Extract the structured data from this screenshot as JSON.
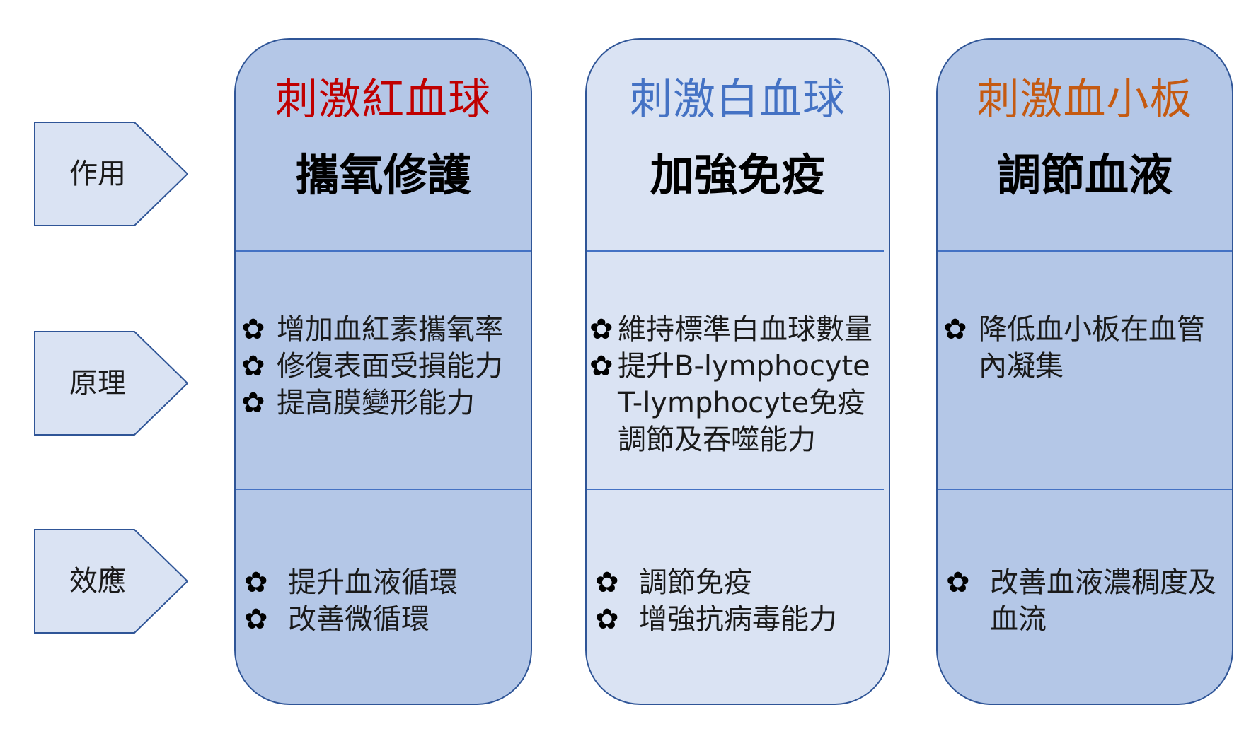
{
  "row_labels": [
    "作用",
    "原理",
    "效應"
  ],
  "columns": [
    {
      "title": "刺激紅血球",
      "function": "攜氧修護",
      "mechanisms": [
        "增加血紅素攜氧率",
        "修復表面受損能力",
        "提高膜變形能力"
      ],
      "effects": [
        "提升血液循環",
        "改善微循環"
      ]
    },
    {
      "title": "刺激白血球",
      "function": "加強免疫",
      "mechanisms": [
        "維持標準白血球數量",
        "提升B-lymphocyte T-lymphocyte免疫調節及吞噬能力"
      ],
      "effects": [
        "調節免疫",
        "增強抗病毒能力"
      ]
    },
    {
      "title": "刺激血小板",
      "function": "調節血液",
      "mechanisms": [
        "降低血小板在血管內凝集"
      ],
      "effects": [
        "改善血液濃稠度及血流"
      ]
    }
  ],
  "bullet_symbol": "✿",
  "colors": {
    "col_title_1": "#c00000",
    "col_title_2": "#4472c4",
    "col_title_3": "#c55a11",
    "col_fill_dark": "#b4c7e7",
    "col_fill_light": "#dae3f3",
    "border": "#2f5597",
    "arrow_fill": "#dae3f3"
  }
}
